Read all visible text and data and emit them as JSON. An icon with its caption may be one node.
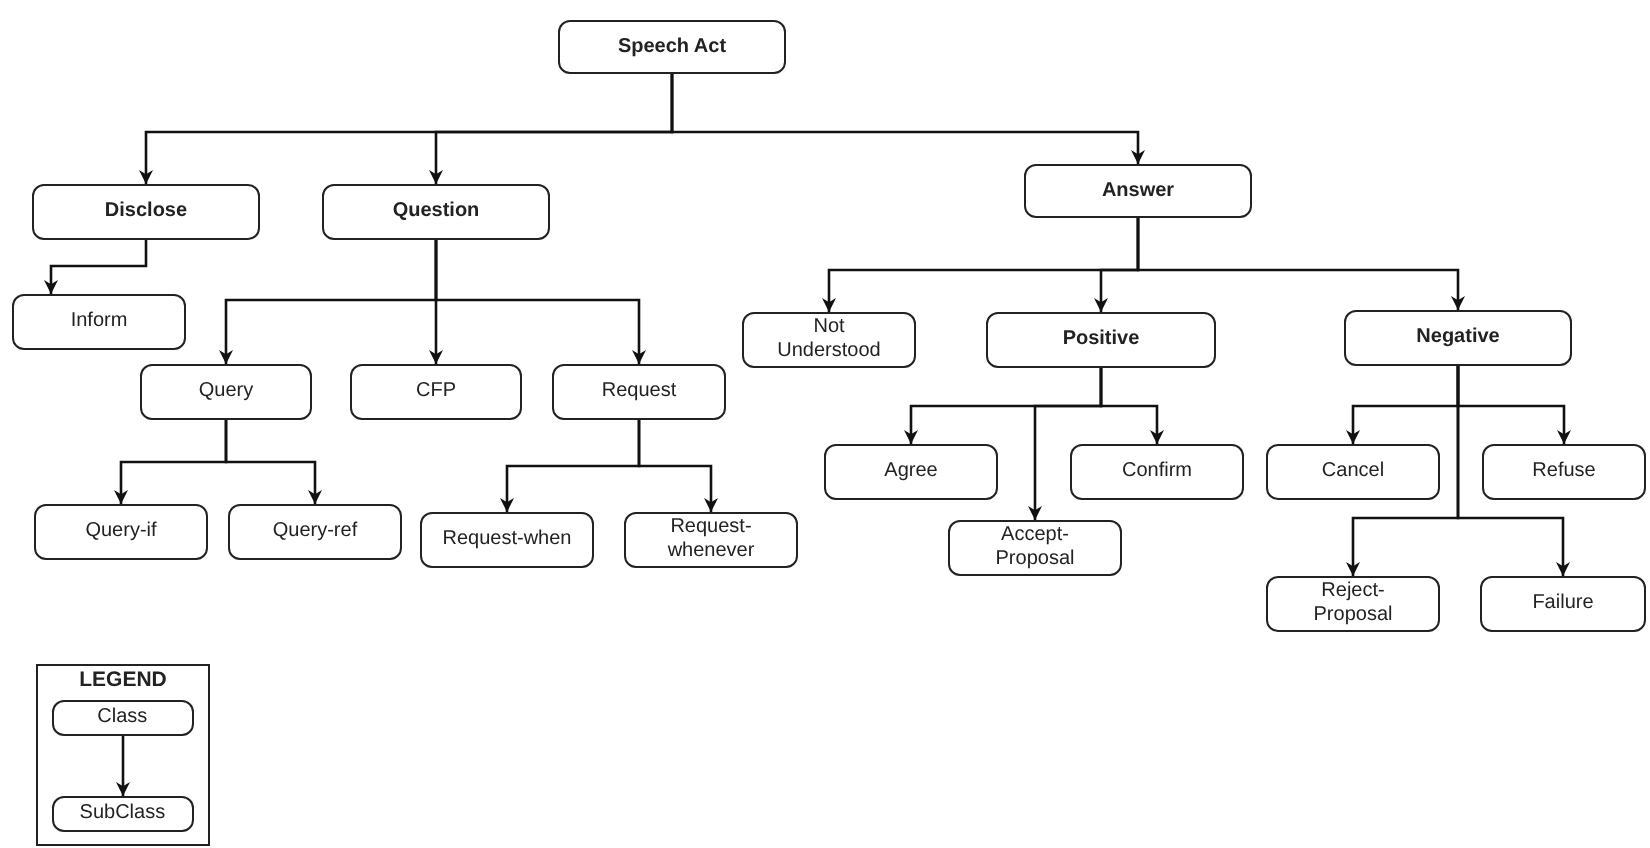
{
  "diagram": {
    "nodes": [
      {
        "text": [
          "Speech Act"
        ]
      },
      {
        "text": [
          "Disclose"
        ]
      },
      {
        "text": [
          "Question"
        ]
      },
      {
        "text": [
          "Answer"
        ]
      },
      {
        "text": [
          "Inform"
        ]
      },
      {
        "text": [
          "Not Understood"
        ]
      },
      {
        "text": [
          "Positive"
        ]
      },
      {
        "text": [
          "Negative"
        ]
      },
      {
        "text": [
          "Query"
        ]
      },
      {
        "text": [
          "CFP"
        ]
      },
      {
        "text": [
          "Request"
        ]
      },
      {
        "text": [
          "Agree"
        ]
      },
      {
        "text": [
          "Confirm"
        ]
      },
      {
        "text": [
          "Cancel"
        ]
      },
      {
        "text": [
          "Refuse"
        ]
      },
      {
        "text": [
          "Query-if"
        ]
      },
      {
        "text": [
          "Query-ref"
        ]
      },
      {
        "text": [
          "Request-when"
        ]
      },
      {
        "text": [
          "Request-whenever"
        ]
      },
      {
        "text": [
          "Accept-Proposal"
        ]
      },
      {
        "text": [
          "Reject-Proposal"
        ]
      },
      {
        "text": [
          "Failure"
        ]
      },
      {
        "text": [
          "LEGEND"
        ]
      },
      {
        "text": [
          "Class"
        ],
        "in": 22
      },
      {
        "text": [
          "SubClass"
        ],
        "in": 22
      }
    ],
    "edges": [
      {
        "from": 0,
        "to": 1,
        "arrow": "to"
      },
      {
        "from": 0,
        "to": 2,
        "arrow": "to"
      },
      {
        "from": 0,
        "to": 3,
        "arrow": "to"
      },
      {
        "from": 1,
        "to": 4,
        "arrow": "to"
      },
      {
        "from": 2,
        "to": 8,
        "arrow": "to"
      },
      {
        "from": 2,
        "to": 9,
        "arrow": "to"
      },
      {
        "from": 2,
        "to": 10,
        "arrow": "to"
      },
      {
        "from": 3,
        "to": 5,
        "arrow": "to"
      },
      {
        "from": 3,
        "to": 6,
        "arrow": "to"
      },
      {
        "from": 3,
        "to": 7,
        "arrow": "to"
      },
      {
        "from": 8,
        "to": 15,
        "arrow": "to"
      },
      {
        "from": 8,
        "to": 16,
        "arrow": "to"
      },
      {
        "from": 10,
        "to": 17,
        "arrow": "to"
      },
      {
        "from": 10,
        "to": 18,
        "arrow": "to"
      },
      {
        "from": 6,
        "to": 11,
        "arrow": "to"
      },
      {
        "from": 6,
        "to": 19,
        "arrow": "to"
      },
      {
        "from": 6,
        "to": 12,
        "arrow": "to"
      },
      {
        "from": 7,
        "to": 13,
        "arrow": "to"
      },
      {
        "from": 7,
        "to": 14,
        "arrow": "to"
      },
      {
        "from": 7,
        "to": 20,
        "arrow": "to"
      },
      {
        "from": 7,
        "to": 21,
        "arrow": "to"
      },
      {
        "from": 23,
        "to": 24,
        "arrow": "to"
      }
    ]
  }
}
